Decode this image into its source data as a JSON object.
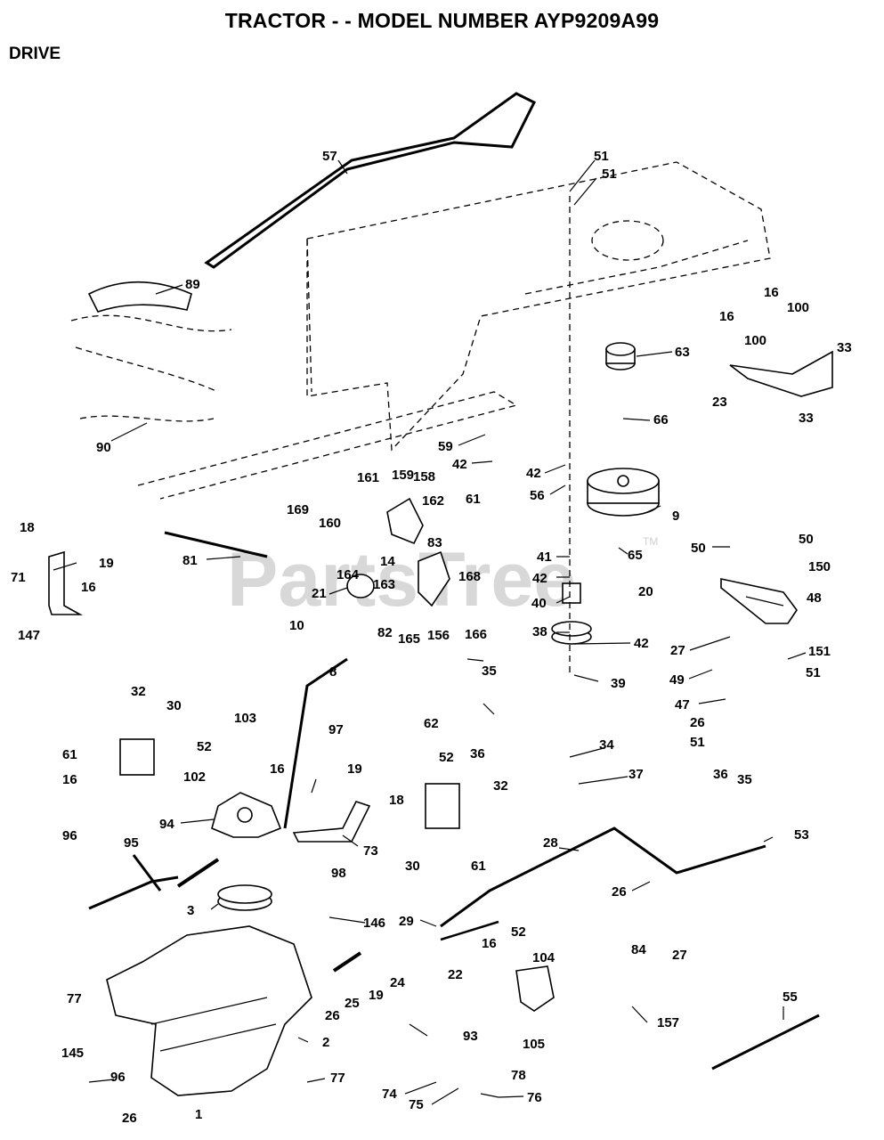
{
  "header": {
    "title": "TRACTOR - - MODEL NUMBER AYP9209A99",
    "section": "DRIVE"
  },
  "watermark": {
    "text": "PartsTree",
    "tm": "TM"
  },
  "callouts": {
    "c57": "57",
    "c51a": "51",
    "c51b": "51",
    "c89": "89",
    "c63": "63",
    "c16a": "16",
    "c16b": "16",
    "c100a": "100",
    "c100b": "100",
    "c33a": "33",
    "c33b": "33",
    "c23": "23",
    "c66": "66",
    "c90": "90",
    "c59": "59",
    "c42a": "42",
    "c61a": "61",
    "c42b": "42",
    "c56": "56",
    "c9": "9",
    "c161": "161",
    "c159": "159",
    "c158": "158",
    "c169": "169",
    "c160": "160",
    "c162": "162",
    "c18a": "18",
    "c19a": "19",
    "c71": "71",
    "c16c": "16",
    "c147": "147",
    "c81": "81",
    "c164": "164",
    "c14": "14",
    "c83": "83",
    "c163": "163",
    "c168": "168",
    "c21": "21",
    "c82": "82",
    "c165": "165",
    "c156": "156",
    "c166": "166",
    "c10": "10",
    "c8": "8",
    "c41": "41",
    "c65": "65",
    "c42c": "42",
    "c20": "20",
    "c40": "40",
    "c38": "38",
    "c42d": "42",
    "c39": "39",
    "c50a": "50",
    "c50b": "50",
    "c150": "150",
    "c48": "48",
    "c27a": "27",
    "c151": "151",
    "c51c": "51",
    "c49": "49",
    "c47": "47",
    "c26a": "26",
    "c51d": "51",
    "c32a": "32",
    "c30a": "30",
    "c61b": "61",
    "c52a": "52",
    "c16d": "16",
    "c103": "103",
    "c97": "97",
    "c102": "102",
    "c16e": "16",
    "c19b": "19",
    "c18b": "18",
    "c94": "94",
    "c73": "73",
    "c98": "98",
    "c62": "62",
    "c35a": "35",
    "c36a": "36",
    "c34": "34",
    "c37": "37",
    "c52b": "52",
    "c32b": "32",
    "c30b": "30",
    "c61c": "61",
    "c36b": "36",
    "c35b": "35",
    "c53": "53",
    "c96a": "96",
    "c95": "95",
    "c3": "3",
    "c28": "28",
    "c26b": "26",
    "c27b": "27",
    "c146": "146",
    "c29": "29",
    "c22": "22",
    "c77a": "77",
    "c25": "25",
    "c19c": "19",
    "c24": "24",
    "c26c": "26",
    "c16f": "16",
    "c52c": "52",
    "c104": "104",
    "c84": "84",
    "c157": "157",
    "c105": "105",
    "c55": "55",
    "c93": "93",
    "c2": "2",
    "c145": "145",
    "c96b": "96",
    "c77b": "77",
    "c74": "74",
    "c75": "75",
    "c78": "78",
    "c76": "76",
    "c26d": "26",
    "c1": "1"
  }
}
